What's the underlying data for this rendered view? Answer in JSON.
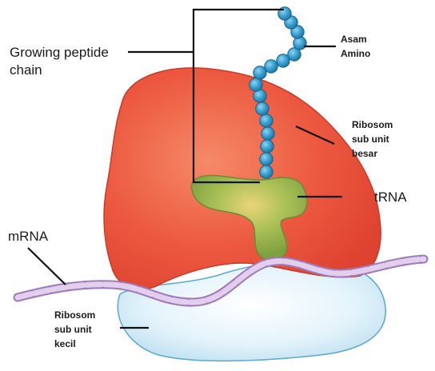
{
  "labels": {
    "peptide_line1": "Growing peptide",
    "peptide_line2": "chain",
    "amino_line1": "Asam",
    "amino_line2": "Amino",
    "large_line1": "Ribosom",
    "large_line2": "sub unit",
    "large_line3": "besar",
    "trna": "tRNA",
    "mrna": "mRNA",
    "small_line1": "Ribosom",
    "small_line2": "sub unit",
    "small_line3": "kecil"
  },
  "colors": {
    "large_subunit": "#e8503a",
    "small_subunit": "#d7eef8",
    "trna": "#8fb04a",
    "amino_acid": "#2a8fc0",
    "mrna": "#b38bc9"
  }
}
